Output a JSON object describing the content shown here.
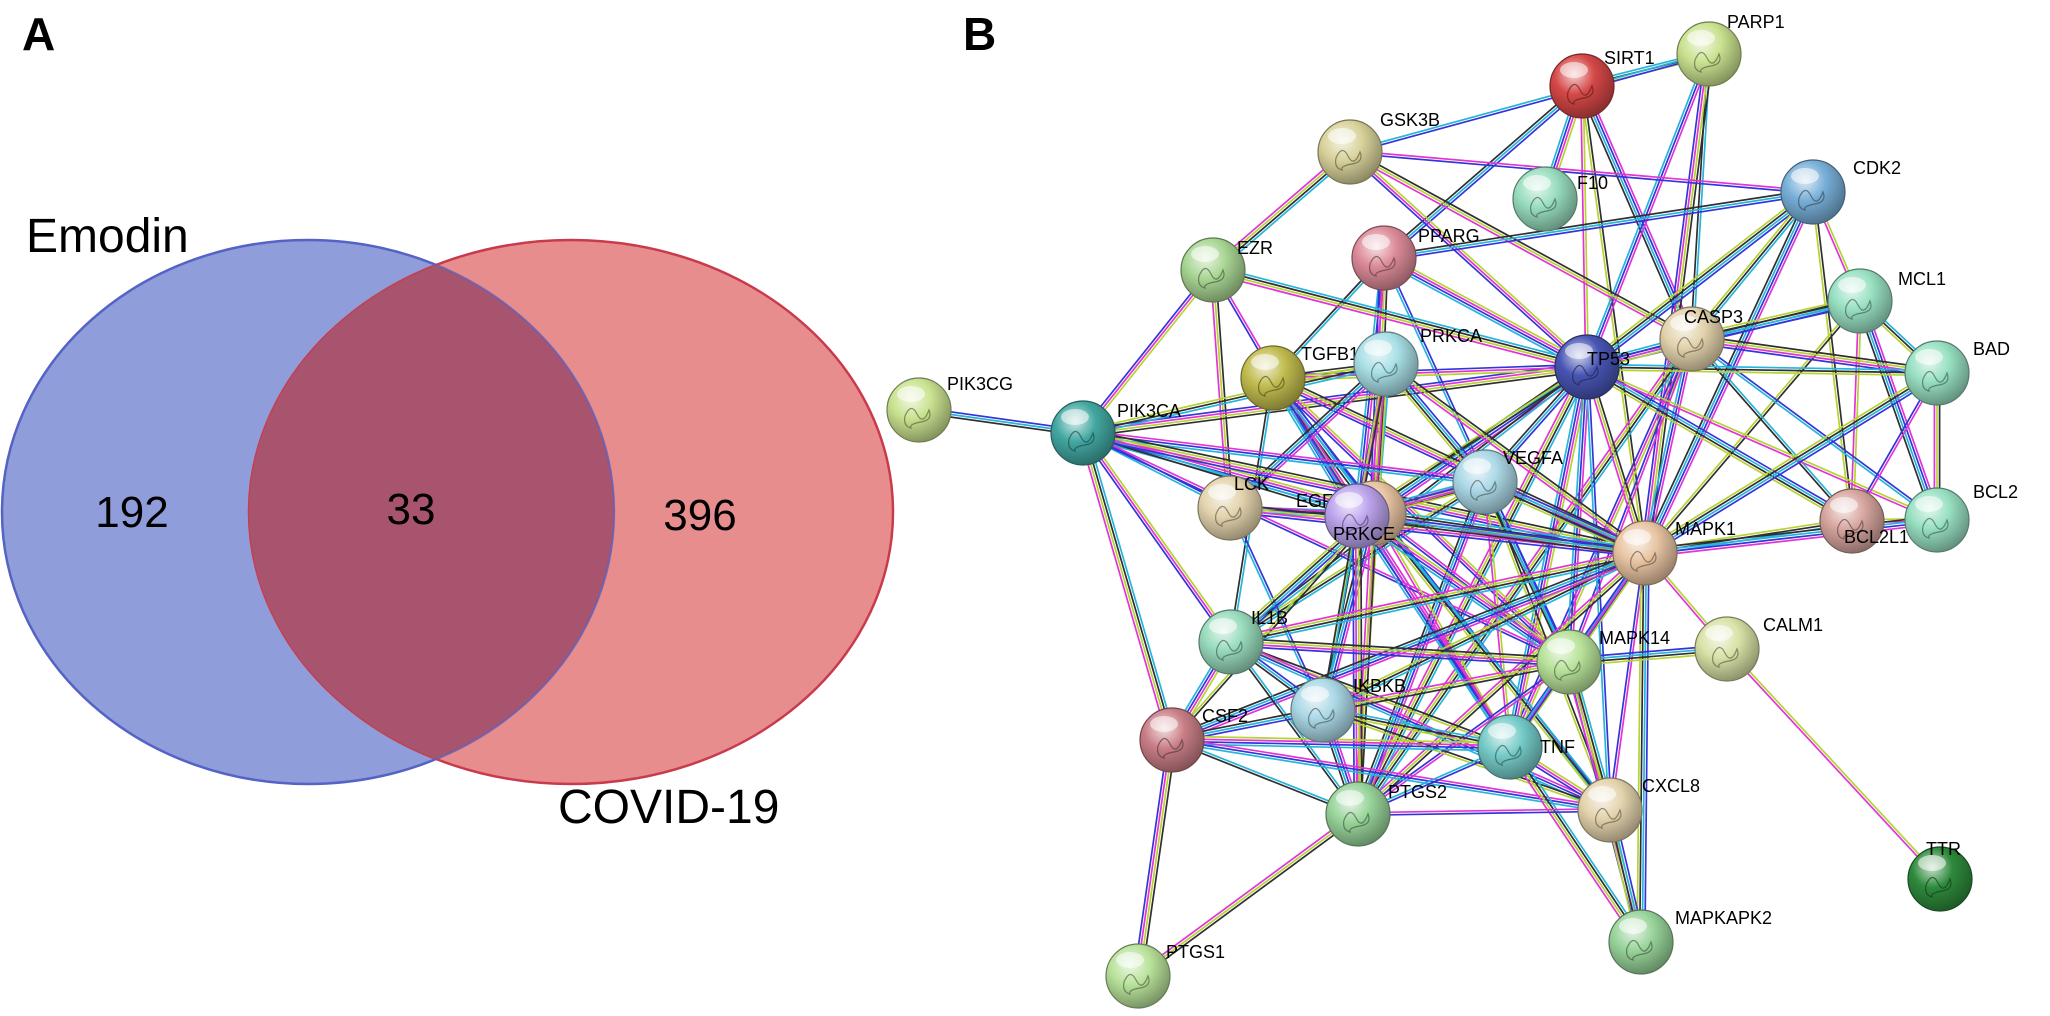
{
  "panels": {
    "a": "A",
    "b": "B"
  },
  "venn": {
    "set_a": {
      "label": "Emodin",
      "only_count": "192",
      "color": "#6f83cf"
    },
    "set_b": {
      "label": "COVID-19",
      "only_count": "396",
      "color": "#e06d6d"
    },
    "overlap_count": "33",
    "overlap_color": "#a8546f"
  },
  "network": {
    "edge_colors": [
      "#b5d333",
      "#25b5dc",
      "#e234d6",
      "#2f2f2f",
      "#3435d8"
    ],
    "nodes": [
      {
        "id": "SIRT1",
        "color": "#d54747"
      },
      {
        "id": "PARP1",
        "color": "#c9e28f"
      },
      {
        "id": "GSK3B",
        "color": "#d8d29a"
      },
      {
        "id": "F10",
        "color": "#98ddbe"
      },
      {
        "id": "CDK2",
        "color": "#78afd8"
      },
      {
        "id": "PPARG",
        "color": "#dc8b99"
      },
      {
        "id": "EZR",
        "color": "#a9d694"
      },
      {
        "id": "MCL1",
        "color": "#98e0c2"
      },
      {
        "id": "CASP3",
        "color": "#e3d3ad"
      },
      {
        "id": "TP53",
        "color": "#4855b3"
      },
      {
        "id": "BAD",
        "color": "#98e0c2"
      },
      {
        "id": "TGFB1",
        "color": "#c0bb4e"
      },
      {
        "id": "PRKCA",
        "color": "#a8dfe6"
      },
      {
        "id": "PIK3CG",
        "color": "#c9e28f"
      },
      {
        "id": "PIK3CA",
        "color": "#42a7a1"
      },
      {
        "id": "VEGFA",
        "color": "#abd8e6"
      },
      {
        "id": "LCK",
        "color": "#e3d3ad"
      },
      {
        "id": "EGFR",
        "color": "#e8c4a2"
      },
      {
        "id": "PRKCE",
        "color": "#bba3ec"
      },
      {
        "id": "MAPK1",
        "color": "#e8c4a2"
      },
      {
        "id": "BCL2L1",
        "color": "#d7a59f"
      },
      {
        "id": "BCL2",
        "color": "#98e0c2"
      },
      {
        "id": "IL1B",
        "color": "#98dbbc"
      },
      {
        "id": "MAPK14",
        "color": "#b8e29a"
      },
      {
        "id": "CALM1",
        "color": "#d8e2a6"
      },
      {
        "id": "IKBKB",
        "color": "#abd8e6"
      },
      {
        "id": "CSF2",
        "color": "#c97e86"
      },
      {
        "id": "TNF",
        "color": "#75cbc8"
      },
      {
        "id": "PTGS2",
        "color": "#98d49a"
      },
      {
        "id": "CXCL8",
        "color": "#e3d3ad"
      },
      {
        "id": "TTR",
        "color": "#2e8a3c"
      },
      {
        "id": "MAPKAPK2",
        "color": "#98d49a"
      },
      {
        "id": "PTGS1",
        "color": "#b8e29a"
      }
    ],
    "edges": [
      [
        "SIRT1",
        "TP53"
      ],
      [
        "SIRT1",
        "PARP1"
      ],
      [
        "SIRT1",
        "CASP3"
      ],
      [
        "SIRT1",
        "MAPK1"
      ],
      [
        "SIRT1",
        "PPARG"
      ],
      [
        "SIRT1",
        "F10"
      ],
      [
        "PARP1",
        "CASP3"
      ],
      [
        "PARP1",
        "TP53"
      ],
      [
        "PARP1",
        "MAPK1"
      ],
      [
        "PARP1",
        "GSK3B"
      ],
      [
        "GSK3B",
        "TP53"
      ],
      [
        "GSK3B",
        "EZR"
      ],
      [
        "GSK3B",
        "CDK2"
      ],
      [
        "GSK3B",
        "CASP3"
      ],
      [
        "CDK2",
        "TP53"
      ],
      [
        "CDK2",
        "MCL1"
      ],
      [
        "CDK2",
        "CASP3"
      ],
      [
        "CDK2",
        "MAPK1"
      ],
      [
        "CDK2",
        "BCL2L1"
      ],
      [
        "CDK2",
        "PPARG"
      ],
      [
        "PPARG",
        "TP53"
      ],
      [
        "PPARG",
        "TGFB1"
      ],
      [
        "PPARG",
        "PRKCE"
      ],
      [
        "PPARG",
        "EGFR"
      ],
      [
        "PPARG",
        "MAPK14"
      ],
      [
        "EZR",
        "PIK3CA"
      ],
      [
        "EZR",
        "TP53"
      ],
      [
        "EZR",
        "PRKCE"
      ],
      [
        "EZR",
        "LCK"
      ],
      [
        "MCL1",
        "CASP3"
      ],
      [
        "MCL1",
        "BCL2L1"
      ],
      [
        "MCL1",
        "BAD"
      ],
      [
        "MCL1",
        "BCL2"
      ],
      [
        "MCL1",
        "MAPK1"
      ],
      [
        "MCL1",
        "TP53"
      ],
      [
        "CASP3",
        "TP53"
      ],
      [
        "CASP3",
        "BCL2L1"
      ],
      [
        "CASP3",
        "MAPK1"
      ],
      [
        "CASP3",
        "BAD"
      ],
      [
        "CASP3",
        "BCL2"
      ],
      [
        "CASP3",
        "TNF"
      ],
      [
        "CASP3",
        "PTGS2"
      ],
      [
        "CASP3",
        "MAPK14"
      ],
      [
        "TP53",
        "MAPK1"
      ],
      [
        "TP53",
        "BCL2L1"
      ],
      [
        "TP53",
        "BCL2"
      ],
      [
        "TP53",
        "BAD"
      ],
      [
        "TP53",
        "EGFR"
      ],
      [
        "TP53",
        "PRKCE"
      ],
      [
        "TP53",
        "VEGFA"
      ],
      [
        "TP53",
        "TNF"
      ],
      [
        "TP53",
        "IL1B"
      ],
      [
        "TP53",
        "MAPK14"
      ],
      [
        "TP53",
        "PIK3CA"
      ],
      [
        "TP53",
        "CXCL8"
      ],
      [
        "TP53",
        "TGFB1"
      ],
      [
        "TP53",
        "PTGS2"
      ],
      [
        "BAD",
        "BCL2L1"
      ],
      [
        "BAD",
        "BCL2"
      ],
      [
        "BAD",
        "MAPK1"
      ],
      [
        "BCL2L1",
        "BCL2"
      ],
      [
        "BCL2L1",
        "MAPK1"
      ],
      [
        "BCL2",
        "MAPK1"
      ],
      [
        "TGFB1",
        "PRKCA"
      ],
      [
        "TGFB1",
        "EGFR"
      ],
      [
        "TGFB1",
        "PRKCE"
      ],
      [
        "TGFB1",
        "IL1B"
      ],
      [
        "TGFB1",
        "TNF"
      ],
      [
        "TGFB1",
        "MAPK1"
      ],
      [
        "TGFB1",
        "CXCL8"
      ],
      [
        "TGFB1",
        "MAPK14"
      ],
      [
        "PRKCA",
        "EGFR"
      ],
      [
        "PRKCA",
        "PRKCE"
      ],
      [
        "PRKCA",
        "MAPK1"
      ],
      [
        "PRKCA",
        "VEGFA"
      ],
      [
        "PRKCA",
        "PTGS2"
      ],
      [
        "PRKCA",
        "PIK3CA"
      ],
      [
        "PRKCA",
        "LCK"
      ],
      [
        "PRKCA",
        "IKBKB"
      ],
      [
        "PIK3CG",
        "PIK3CA"
      ],
      [
        "PIK3CA",
        "EGFR"
      ],
      [
        "PIK3CA",
        "PRKCE"
      ],
      [
        "PIK3CA",
        "VEGFA"
      ],
      [
        "PIK3CA",
        "MAPK1"
      ],
      [
        "PIK3CA",
        "LCK"
      ],
      [
        "PIK3CA",
        "IL1B"
      ],
      [
        "PIK3CA",
        "CSF2"
      ],
      [
        "PIK3CA",
        "MAPK14"
      ],
      [
        "VEGFA",
        "EGFR"
      ],
      [
        "VEGFA",
        "MAPK1"
      ],
      [
        "VEGFA",
        "TNF"
      ],
      [
        "VEGFA",
        "IL1B"
      ],
      [
        "VEGFA",
        "PTGS2"
      ],
      [
        "VEGFA",
        "CXCL8"
      ],
      [
        "VEGFA",
        "MAPK14"
      ],
      [
        "VEGFA",
        "PRKCE"
      ],
      [
        "LCK",
        "EGFR"
      ],
      [
        "LCK",
        "PRKCE"
      ],
      [
        "LCK",
        "MAPK1"
      ],
      [
        "LCK",
        "IKBKB"
      ],
      [
        "EGFR",
        "PRKCE"
      ],
      [
        "EGFR",
        "MAPK1"
      ],
      [
        "EGFR",
        "MAPK14"
      ],
      [
        "EGFR",
        "PTGS2"
      ],
      [
        "EGFR",
        "IL1B"
      ],
      [
        "EGFR",
        "TNF"
      ],
      [
        "EGFR",
        "CXCL8"
      ],
      [
        "EGFR",
        "IKBKB"
      ],
      [
        "EGFR",
        "CSF2"
      ],
      [
        "PRKCE",
        "MAPK1"
      ],
      [
        "PRKCE",
        "MAPK14"
      ],
      [
        "PRKCE",
        "IKBKB"
      ],
      [
        "PRKCE",
        "TNF"
      ],
      [
        "PRKCE",
        "PTGS2"
      ],
      [
        "MAPK1",
        "MAPK14"
      ],
      [
        "MAPK1",
        "TNF"
      ],
      [
        "MAPK1",
        "IL1B"
      ],
      [
        "MAPK1",
        "CXCL8"
      ],
      [
        "MAPK1",
        "PTGS2"
      ],
      [
        "MAPK1",
        "MAPKAPK2"
      ],
      [
        "MAPK1",
        "CALM1"
      ],
      [
        "MAPK1",
        "IKBKB"
      ],
      [
        "MAPK1",
        "CSF2"
      ],
      [
        "IL1B",
        "TNF"
      ],
      [
        "IL1B",
        "IKBKB"
      ],
      [
        "IL1B",
        "CSF2"
      ],
      [
        "IL1B",
        "PTGS2"
      ],
      [
        "IL1B",
        "CXCL8"
      ],
      [
        "IL1B",
        "MAPK14"
      ],
      [
        "MAPK14",
        "TNF"
      ],
      [
        "MAPK14",
        "MAPKAPK2"
      ],
      [
        "MAPK14",
        "CXCL8"
      ],
      [
        "MAPK14",
        "PTGS2"
      ],
      [
        "MAPK14",
        "IKBKB"
      ],
      [
        "MAPK14",
        "CALM1"
      ],
      [
        "CALM1",
        "TTR"
      ],
      [
        "IKBKB",
        "TNF"
      ],
      [
        "IKBKB",
        "PTGS2"
      ],
      [
        "IKBKB",
        "CXCL8"
      ],
      [
        "IKBKB",
        "CSF2"
      ],
      [
        "CSF2",
        "TNF"
      ],
      [
        "CSF2",
        "PTGS2"
      ],
      [
        "CSF2",
        "CXCL8"
      ],
      [
        "CSF2",
        "PTGS1"
      ],
      [
        "TNF",
        "PTGS2"
      ],
      [
        "TNF",
        "CXCL8"
      ],
      [
        "TNF",
        "MAPKAPK2"
      ],
      [
        "PTGS2",
        "CXCL8"
      ],
      [
        "PTGS2",
        "PTGS1"
      ],
      [
        "CXCL8",
        "MAPKAPK2"
      ]
    ]
  }
}
